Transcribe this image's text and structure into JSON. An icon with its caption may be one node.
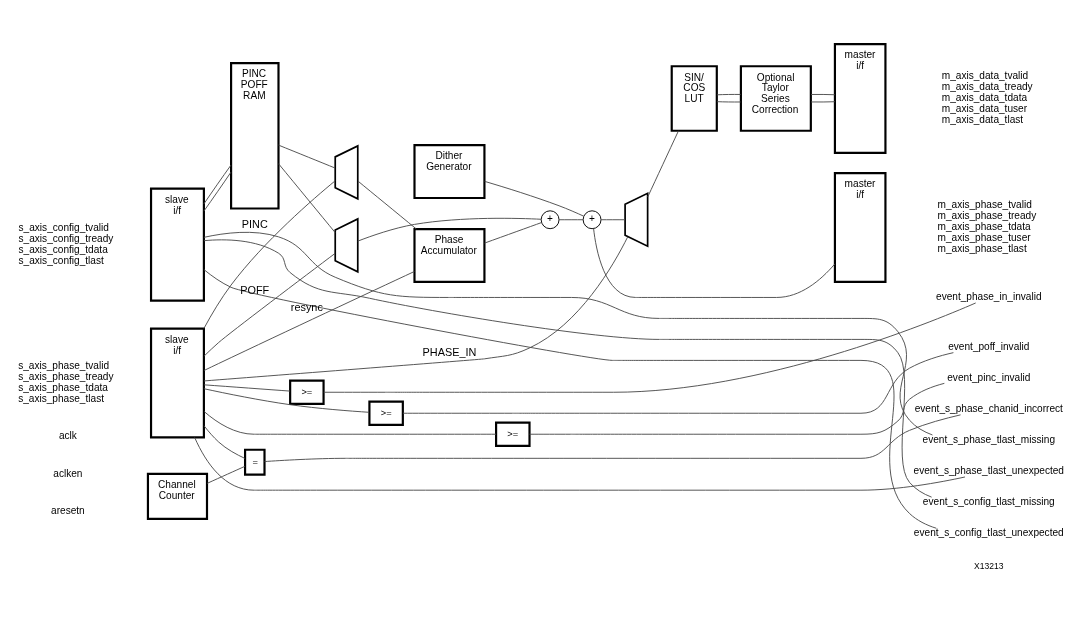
{
  "diagram": {
    "nodes": [
      {
        "text": [
          "slave i/f"
        ],
        "beside": [
          "s_axis_config_tvalid",
          "s_axis_config_tready",
          "s_axis_config_tdata",
          "s_axis_config_tlast"
        ]
      },
      {
        "text": [
          "PINC POFF RAM"
        ]
      },
      {
        "text": [
          "Dither Generator"
        ]
      },
      {
        "text": [],
        "shape": "trapezoid"
      },
      {
        "text": [
          "Phase Accumulator"
        ]
      },
      {
        "text": [
          "+"
        ]
      },
      {
        "text": [
          "+"
        ]
      },
      {
        "text": [],
        "shape": "trapezoid"
      },
      {
        "text": [],
        "shape": "trapezoid"
      },
      {
        "text": [
          "SIN/ COS LUT"
        ]
      },
      {
        "text": [
          "Optional Taylor Series Correction"
        ]
      },
      {
        "text": [
          "master i/f"
        ],
        "beside": [
          "m_axis_data_tvalid",
          "m_axis_data_tready",
          "m_axis_data_tdata",
          "m_axis_data_tuser",
          "m_axis_data_tlast"
        ]
      },
      {
        "text": [
          "master i/f"
        ],
        "beside": [
          "m_axis_phase_tvalid",
          "m_axis_phase_tready",
          "m_axis_phase_tdata",
          "m_axis_phase_tuser",
          "m_axis_phase_tlast"
        ]
      },
      {
        "text": [
          "slave i/f"
        ],
        "beside": [
          "s_axis_phase_tvalid",
          "s_axis_phase_tready",
          "s_axis_phase_tdata",
          "s_axis_phase_tlast"
        ]
      },
      {
        "text": [
          ">="
        ]
      },
      {
        "text": [
          ">="
        ]
      },
      {
        "text": [
          "Channel Counter"
        ]
      },
      {
        "text": [
          "="
        ]
      },
      {
        "text": [
          ">="
        ]
      },
      {
        "text": [
          "event_phase_in_invalid"
        ]
      },
      {
        "text": [
          "event_poff_invalid"
        ]
      },
      {
        "text": [
          "event_pinc_invalid"
        ]
      },
      {
        "text": [
          "event_s_phase_chanid_incorrect"
        ]
      },
      {
        "text": [
          "event_s_phase_tlast_missing"
        ]
      },
      {
        "text": [
          "event_s_phase_tlast_unexpected"
        ]
      },
      {
        "text": [
          "event_s_config_tlast_missing"
        ]
      },
      {
        "text": [
          "event_s_config_tlast_unexpected"
        ]
      }
    ],
    "edges": [
      {
        "from": 0,
        "to": 1,
        "arrow": "none"
      },
      {
        "from": 0,
        "to": 1,
        "arrow": "none"
      },
      {
        "from": 0,
        "to": 23,
        "arrow": "none"
      },
      {
        "from": 0,
        "to": 25,
        "arrow": "none"
      },
      {
        "from": 0,
        "to": 26,
        "arrow": "none"
      },
      {
        "from": 1,
        "to": 3,
        "arrow": "none"
      },
      {
        "from": 1,
        "to": 7,
        "arrow": "none"
      },
      {
        "from": 13,
        "to": 3,
        "arrow": "none",
        "label": "PINC"
      },
      {
        "from": 13,
        "to": 18,
        "arrow": "none"
      },
      {
        "from": 13,
        "to": 7,
        "arrow": "none",
        "label": "POFF"
      },
      {
        "from": 13,
        "to": 15,
        "arrow": "none"
      },
      {
        "from": 13,
        "to": 8,
        "arrow": "none",
        "label": "PHASE_IN"
      },
      {
        "from": 13,
        "to": 14,
        "arrow": "none"
      },
      {
        "from": 13,
        "to": 24,
        "arrow": "none"
      },
      {
        "from": 13,
        "to": 17,
        "arrow": "none"
      },
      {
        "from": 13,
        "to": 4,
        "arrow": "none",
        "label": "resync"
      },
      {
        "from": 3,
        "to": 4,
        "arrow": "none"
      },
      {
        "from": 4,
        "to": 5,
        "arrow": "none"
      },
      {
        "from": 7,
        "to": 5,
        "arrow": "none"
      },
      {
        "from": 5,
        "to": 6,
        "arrow": "none"
      },
      {
        "from": 2,
        "to": 6,
        "arrow": "none"
      },
      {
        "from": 6,
        "to": 8,
        "arrow": "none"
      },
      {
        "from": 6,
        "to": 12,
        "arrow": "none"
      },
      {
        "from": 8,
        "to": 9,
        "arrow": "none"
      },
      {
        "from": 9,
        "to": 10,
        "arrow": "none"
      },
      {
        "from": 9,
        "to": 10,
        "arrow": "none"
      },
      {
        "from": 10,
        "to": 11,
        "arrow": "none"
      },
      {
        "from": 10,
        "to": 11,
        "arrow": "none"
      },
      {
        "from": 16,
        "to": 17,
        "arrow": "none"
      },
      {
        "from": 17,
        "to": 22,
        "arrow": "none"
      },
      {
        "from": 14,
        "to": 19,
        "arrow": "none"
      },
      {
        "from": 15,
        "to": 20,
        "arrow": "none"
      },
      {
        "from": 18,
        "to": 21,
        "arrow": "none"
      }
    ],
    "labels": [
      "aclk",
      "aclken",
      "aresetn",
      "X13213"
    ]
  }
}
